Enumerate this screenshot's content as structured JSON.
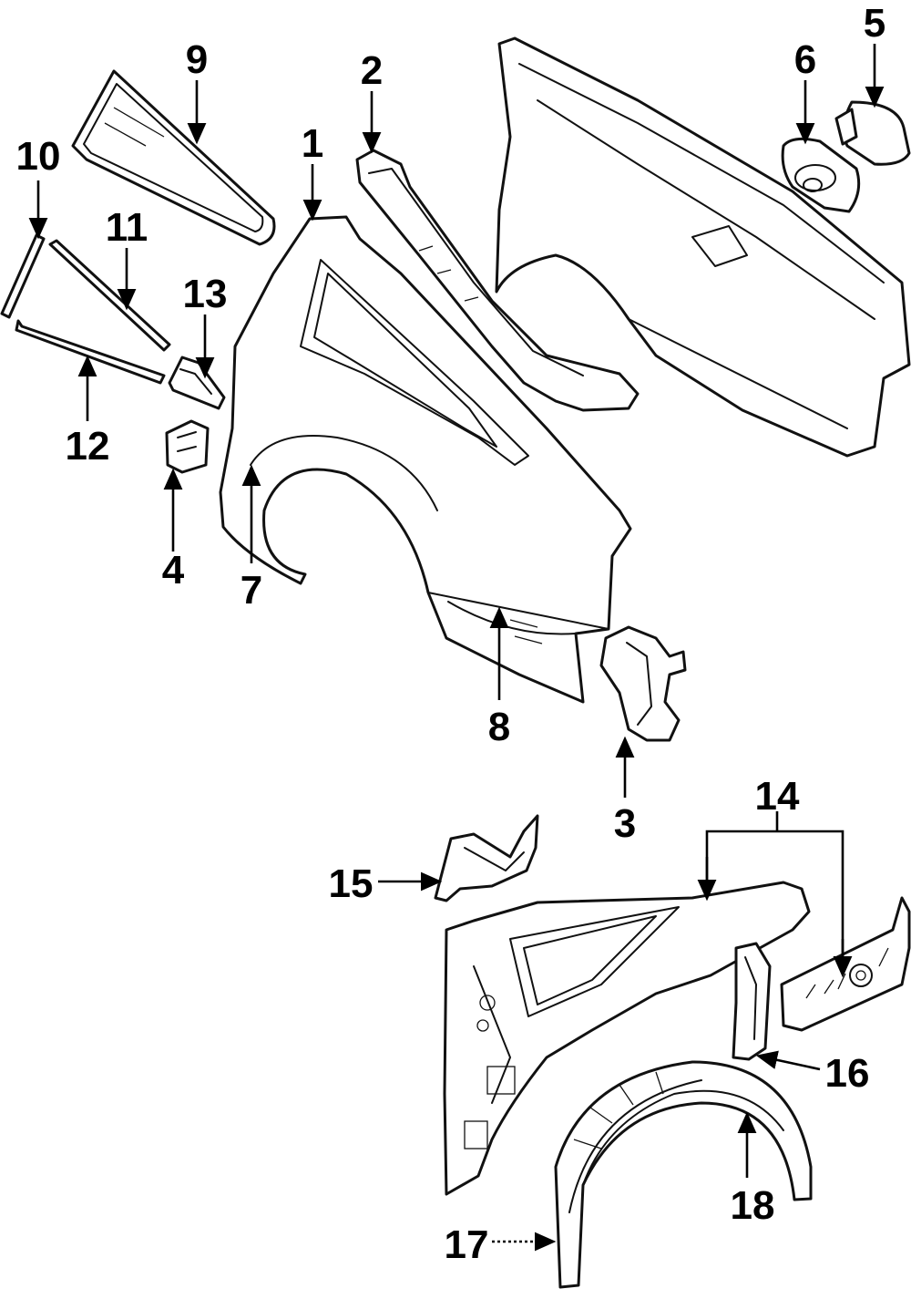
{
  "callouts": {
    "c1": "1",
    "c2": "2",
    "c3": "3",
    "c4": "4",
    "c5": "5",
    "c6": "6",
    "c7": "7",
    "c8": "8",
    "c9": "9",
    "c10": "10",
    "c11": "11",
    "c12": "12",
    "c13": "13",
    "c14": "14",
    "c15": "15",
    "c16": "16",
    "c17": "17",
    "c18": "18"
  },
  "colors": {
    "ink": "#111111",
    "background": "#ffffff"
  }
}
